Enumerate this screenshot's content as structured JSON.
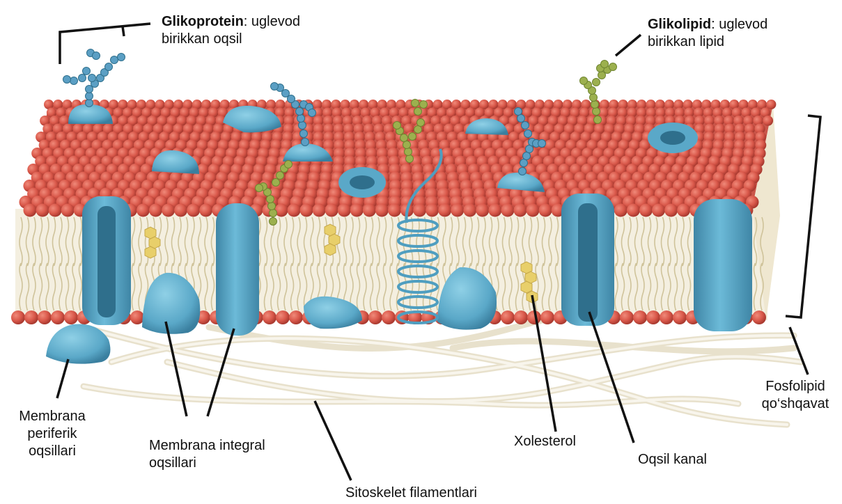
{
  "labels": {
    "glycoprotein_term": "Glikoprotein",
    "glycoprotein_rest": ": uglevod",
    "glycoprotein_line2": "birikkan oqsil",
    "glycolipid_term": "Glikolipid",
    "glycolipid_rest": ": uglevod",
    "glycolipid_line2": "birikkan lipid",
    "peripheral_line1": "Membrana",
    "peripheral_line2": "periferik",
    "peripheral_line3": "oqsillari",
    "integral_line1": "Membrana integral",
    "integral_line2": "oqsillari",
    "cholesterol": "Xolesterol",
    "channel": "Oqsil kanal",
    "bilayer_line1": "Fosfolipid",
    "bilayer_line2": "qo‘shqavat",
    "cytoskeleton": "Sitoskelet filamentlari"
  },
  "colors": {
    "phospholipid_head": "#d9584a",
    "phospholipid_tail": "#e3d9b6",
    "protein": "#5aa8c8",
    "protein_dark": "#3f86a6",
    "glycoprotein_sugar": "#5b9fc4",
    "glycolipid_sugar": "#9cb04e",
    "cholesterol": "#e8cf6a",
    "filament": "#eee8d8",
    "pointer": "#111111"
  }
}
